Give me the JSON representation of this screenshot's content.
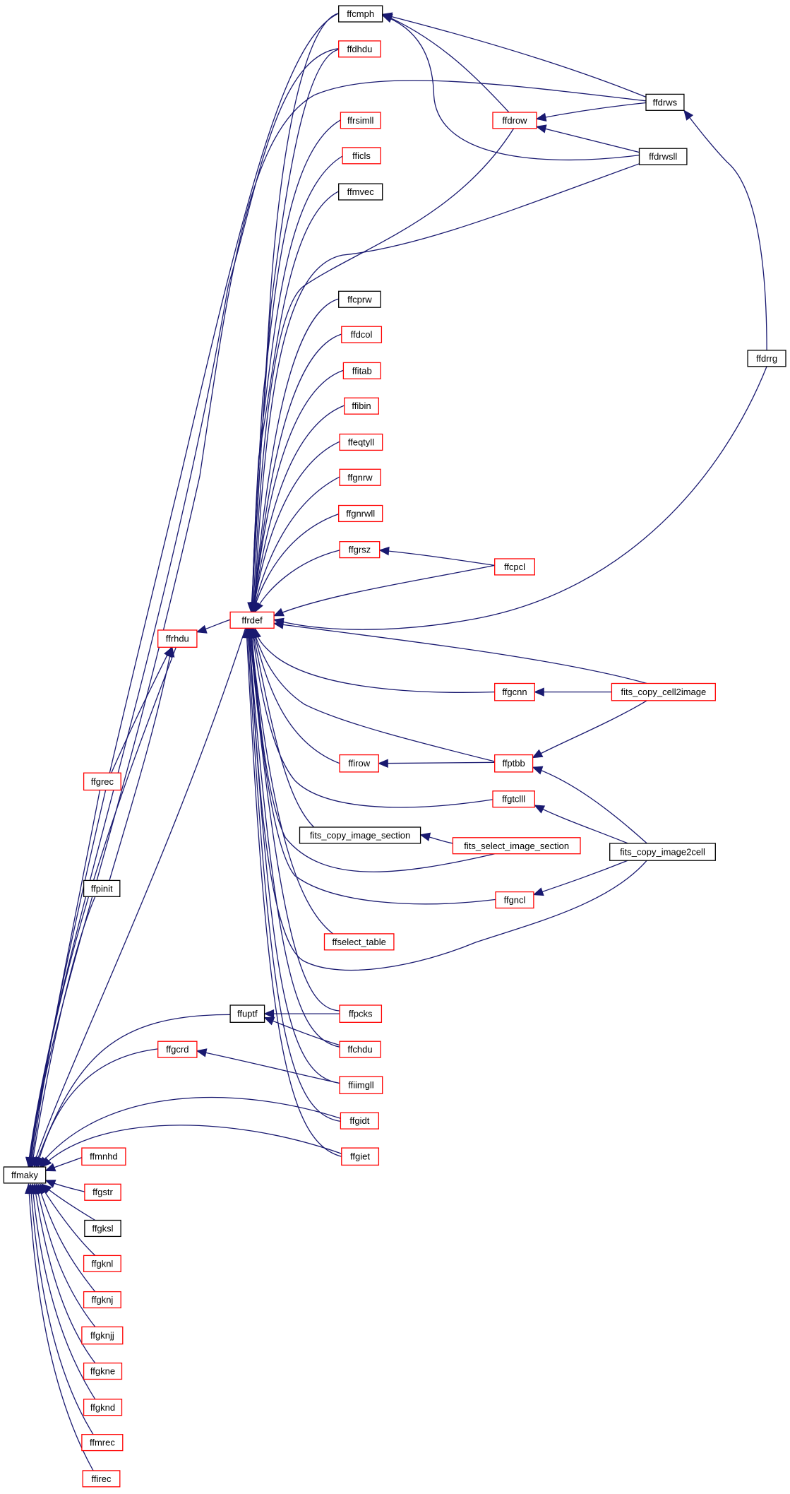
{
  "colors": {
    "edge": "#191970",
    "node_border_documented": "#ff0000",
    "node_border_plain": "#000000",
    "root_fill": "#bfbfbf",
    "node_fill": "#ffffff"
  },
  "nodes": {
    "ffmaky": {
      "label": "ffmaky",
      "kind": "root"
    },
    "ffcmph": {
      "label": "ffcmph",
      "kind": "plain"
    },
    "ffdhdu": {
      "label": "ffdhdu",
      "kind": "red"
    },
    "ffrsimll": {
      "label": "ffrsimll",
      "kind": "red"
    },
    "fficls": {
      "label": "fficls",
      "kind": "red"
    },
    "ffmvec": {
      "label": "ffmvec",
      "kind": "plain"
    },
    "ffcprw": {
      "label": "ffcprw",
      "kind": "plain"
    },
    "ffdcol": {
      "label": "ffdcol",
      "kind": "red"
    },
    "ffitab": {
      "label": "ffitab",
      "kind": "red"
    },
    "ffibin": {
      "label": "ffibin",
      "kind": "red"
    },
    "ffeqtyll": {
      "label": "ffeqtyll",
      "kind": "red"
    },
    "ffgnrw": {
      "label": "ffgnrw",
      "kind": "red"
    },
    "ffgnrwll": {
      "label": "ffgnrwll",
      "kind": "red"
    },
    "ffgrsz": {
      "label": "ffgrsz",
      "kind": "red"
    },
    "ffrdef": {
      "label": "ffrdef",
      "kind": "red"
    },
    "ffrhdu": {
      "label": "ffrhdu",
      "kind": "red"
    },
    "ffgrec": {
      "label": "ffgrec",
      "kind": "red"
    },
    "ffpinit": {
      "label": "ffpinit",
      "kind": "plain"
    },
    "ffdrow": {
      "label": "ffdrow",
      "kind": "red"
    },
    "ffdrws": {
      "label": "ffdrws",
      "kind": "plain"
    },
    "ffdrwsll": {
      "label": "ffdrwsll",
      "kind": "plain"
    },
    "ffdrrg": {
      "label": "ffdrrg",
      "kind": "plain"
    },
    "ffcpcl": {
      "label": "ffcpcl",
      "kind": "red"
    },
    "ffgcnn": {
      "label": "ffgcnn",
      "kind": "red"
    },
    "fits_copy_cell2image": {
      "label": "fits_copy_cell2image",
      "kind": "red"
    },
    "ffirow": {
      "label": "ffirow",
      "kind": "red"
    },
    "ffptbb": {
      "label": "ffptbb",
      "kind": "red"
    },
    "ffgtclll": {
      "label": "ffgtclll",
      "kind": "red"
    },
    "fits_copy_image_section": {
      "label": "fits_copy_image_section",
      "kind": "plain"
    },
    "fits_select_image_section": {
      "label": "fits_select_image_section",
      "kind": "red"
    },
    "fits_copy_image2cell": {
      "label": "fits_copy_image2cell",
      "kind": "plain"
    },
    "ffgncl": {
      "label": "ffgncl",
      "kind": "red"
    },
    "ffselect_table": {
      "label": "ffselect_table",
      "kind": "red"
    },
    "ffuptf": {
      "label": "ffuptf",
      "kind": "plain"
    },
    "ffpcks": {
      "label": "ffpcks",
      "kind": "red"
    },
    "ffchdu": {
      "label": "ffchdu",
      "kind": "red"
    },
    "ffgcrd": {
      "label": "ffgcrd",
      "kind": "red"
    },
    "ffiimgll": {
      "label": "ffiimgll",
      "kind": "red"
    },
    "ffgidt": {
      "label": "ffgidt",
      "kind": "red"
    },
    "ffgiet": {
      "label": "ffgiet",
      "kind": "red"
    },
    "ffmnhd": {
      "label": "ffmnhd",
      "kind": "red"
    },
    "ffgstr": {
      "label": "ffgstr",
      "kind": "red"
    },
    "ffgksl": {
      "label": "ffgksl",
      "kind": "plain"
    },
    "ffgknl": {
      "label": "ffgknl",
      "kind": "red"
    },
    "ffgknj": {
      "label": "ffgknj",
      "kind": "red"
    },
    "ffgknjj": {
      "label": "ffgknjj",
      "kind": "red"
    },
    "ffgkne": {
      "label": "ffgkne",
      "kind": "red"
    },
    "ffgknd": {
      "label": "ffgknd",
      "kind": "red"
    },
    "ffmrec": {
      "label": "ffmrec",
      "kind": "red"
    },
    "ffirec": {
      "label": "ffirec",
      "kind": "red"
    }
  },
  "edges": [
    [
      "ffcmph",
      "ffmaky"
    ],
    [
      "ffdhdu",
      "ffmaky"
    ],
    [
      "ffdrws",
      "ffmaky"
    ],
    [
      "ffrhdu",
      "ffmaky"
    ],
    [
      "ffgrec",
      "ffmaky"
    ],
    [
      "ffpinit",
      "ffmaky"
    ],
    [
      "ffrdef",
      "ffmaky"
    ],
    [
      "ffuptf",
      "ffmaky"
    ],
    [
      "ffgcrd",
      "ffmaky"
    ],
    [
      "ffgidt",
      "ffmaky"
    ],
    [
      "ffgiet",
      "ffmaky"
    ],
    [
      "ffmnhd",
      "ffmaky"
    ],
    [
      "ffgstr",
      "ffmaky"
    ],
    [
      "ffgksl",
      "ffmaky"
    ],
    [
      "ffgknl",
      "ffmaky"
    ],
    [
      "ffgknj",
      "ffmaky"
    ],
    [
      "ffgknjj",
      "ffmaky"
    ],
    [
      "ffgkne",
      "ffmaky"
    ],
    [
      "ffgknd",
      "ffmaky"
    ],
    [
      "ffmrec",
      "ffmaky"
    ],
    [
      "ffirec",
      "ffmaky"
    ],
    [
      "ffgrec",
      "ffrhdu"
    ],
    [
      "ffpinit",
      "ffrhdu"
    ],
    [
      "ffrdef",
      "ffrhdu"
    ],
    [
      "ffdrow",
      "ffcmph"
    ],
    [
      "ffdrws",
      "ffcmph"
    ],
    [
      "ffdrwsll",
      "ffcmph"
    ],
    [
      "ffdrws",
      "ffdrow"
    ],
    [
      "ffdrwsll",
      "ffdrow"
    ],
    [
      "ffdrrg",
      "ffdrws"
    ],
    [
      "ffcmph",
      "ffrdef"
    ],
    [
      "ffdhdu",
      "ffrdef"
    ],
    [
      "ffrsimll",
      "ffrdef"
    ],
    [
      "fficls",
      "ffrdef"
    ],
    [
      "ffmvec",
      "ffrdef"
    ],
    [
      "ffdrow",
      "ffrdef"
    ],
    [
      "ffdrwsll",
      "ffrdef"
    ],
    [
      "ffcprw",
      "ffrdef"
    ],
    [
      "ffdcol",
      "ffrdef"
    ],
    [
      "ffitab",
      "ffrdef"
    ],
    [
      "ffibin",
      "ffrdef"
    ],
    [
      "ffeqtyll",
      "ffrdef"
    ],
    [
      "ffgnrw",
      "ffrdef"
    ],
    [
      "ffgnrwll",
      "ffrdef"
    ],
    [
      "ffgrsz",
      "ffrdef"
    ],
    [
      "ffcpcl",
      "ffrdef"
    ],
    [
      "ffdrrg",
      "ffrdef"
    ],
    [
      "fits_copy_cell2image",
      "ffrdef"
    ],
    [
      "ffgcnn",
      "ffrdef"
    ],
    [
      "ffptbb",
      "ffrdef"
    ],
    [
      "ffirow",
      "ffrdef"
    ],
    [
      "ffgtclll",
      "ffrdef"
    ],
    [
      "fits_copy_image_section",
      "ffrdef"
    ],
    [
      "fits_select_image_section",
      "ffrdef"
    ],
    [
      "ffgncl",
      "ffrdef"
    ],
    [
      "ffselect_table",
      "ffrdef"
    ],
    [
      "fits_copy_image2cell",
      "ffrdef"
    ],
    [
      "ffpcks",
      "ffrdef"
    ],
    [
      "ffchdu",
      "ffrdef"
    ],
    [
      "ffiimgll",
      "ffrdef"
    ],
    [
      "ffgidt",
      "ffrdef"
    ],
    [
      "ffgiet",
      "ffrdef"
    ],
    [
      "ffcpcl",
      "ffgrsz"
    ],
    [
      "fits_copy_cell2image",
      "ffgcnn"
    ],
    [
      "ffptbb",
      "ffirow"
    ],
    [
      "fits_copy_cell2image",
      "ffptbb"
    ],
    [
      "fits_copy_image2cell",
      "ffptbb"
    ],
    [
      "fits_copy_image2cell",
      "ffgtclll"
    ],
    [
      "fits_select_image_section",
      "fits_copy_image_section"
    ],
    [
      "fits_copy_image2cell",
      "ffgncl"
    ],
    [
      "ffpcks",
      "ffuptf"
    ],
    [
      "ffchdu",
      "ffuptf"
    ],
    [
      "ffiimgll",
      "ffgcrd"
    ]
  ]
}
